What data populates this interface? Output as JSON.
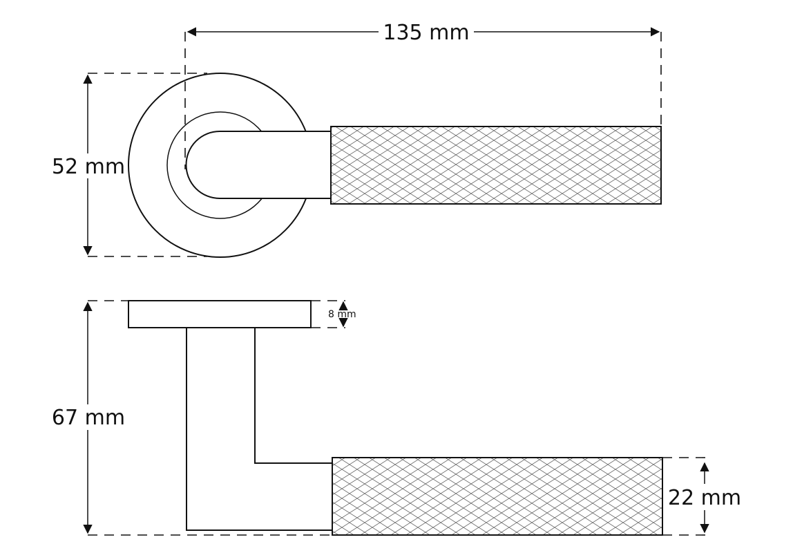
{
  "dimensions": {
    "length": "135 mm",
    "rose_diameter": "52 mm",
    "projection": "67 mm",
    "rose_thickness": "8 mm",
    "grip_diameter": "22 mm"
  },
  "colors": {
    "line": "#111111",
    "knurl": "#555555",
    "background": "#ffffff"
  }
}
